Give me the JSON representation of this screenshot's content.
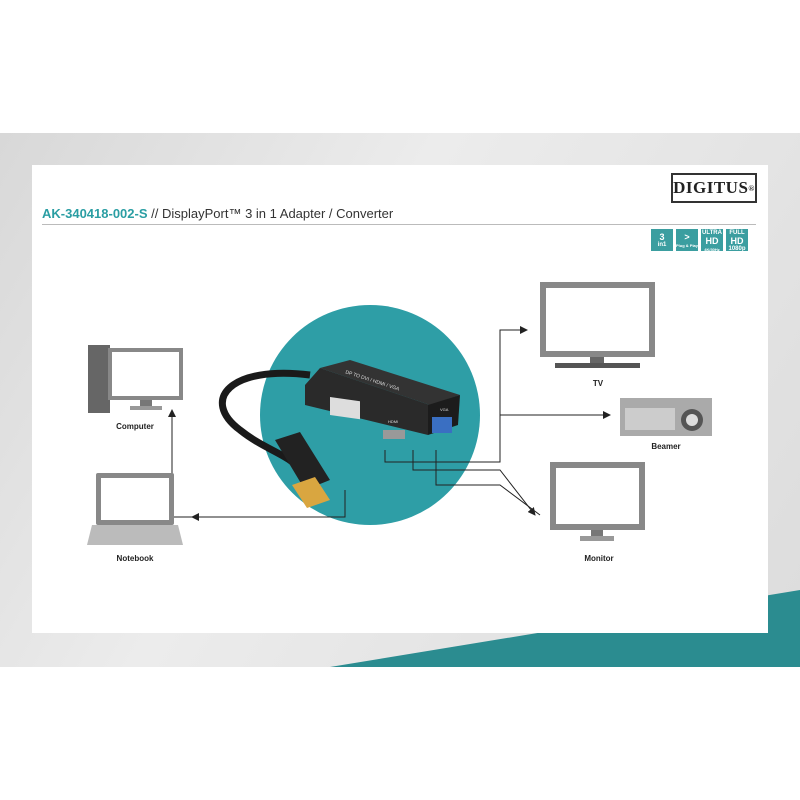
{
  "brand": {
    "logo": "DIGITUS",
    "mark": "®"
  },
  "header": {
    "code": "AK-340418-002-S",
    "separator": "//",
    "title": "DisplayPort™ 3 in 1 Adapter / Converter"
  },
  "badges": [
    {
      "top": "3",
      "bottom": "in1"
    },
    {
      "top": ">",
      "bottom": "Plug & Play"
    },
    {
      "top": "ULTRA",
      "mid": "HD",
      "bottom": "4K/30Hz"
    },
    {
      "top": "FULL",
      "mid": "HD",
      "bottom": "1080p"
    }
  ],
  "adapter": {
    "label": "DP TO DVI / HDMI / VGA",
    "port_hdmi": "HDMI",
    "port_vga": "VGA"
  },
  "devices": {
    "computer": "Computer",
    "notebook": "Notebook",
    "tv": "TV",
    "beamer": "Beamer",
    "monitor": "Monitor"
  },
  "colors": {
    "accent": "#2a9ea3",
    "circle": "#2e9ea6",
    "triangle": "#2b8c90"
  }
}
